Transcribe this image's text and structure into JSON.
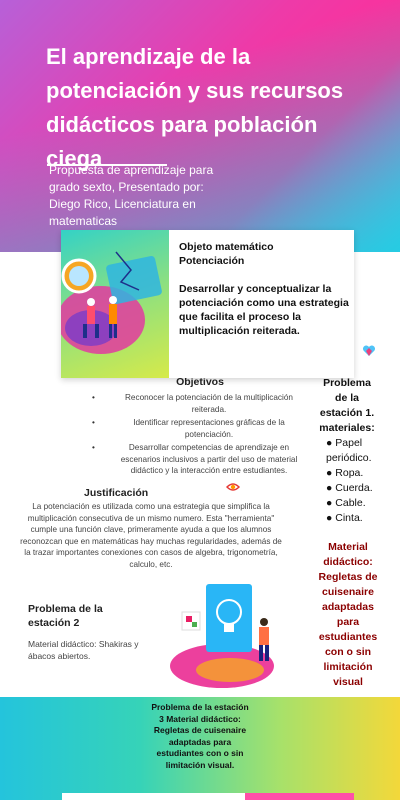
{
  "header": {
    "title": "El aprendizaje de la potenciación y sus recursos didácticos para población ciega",
    "subtitle": "Propuesta de aprendizaje para grado sexto, Presentado por: Diego Rico, Licenciatura en matematicas"
  },
  "card": {
    "line1": "Objeto matemático",
    "line2": "Potenciación",
    "body": "Desarrollar y conceptualizar la potenciación como una estrategia que facilita el proceso la multiplicación reiterada."
  },
  "objetivos": {
    "title": "Objetivos",
    "items": [
      "Reconocer la potenciación de la multiplicación reiterada.",
      "Identificar representaciones gráficas de la potenciación.",
      "Desarrollar competencias de aprendizaje en escenarios inclusivos a partir del uso de material didáctico y la interacción entre estudiantes."
    ]
  },
  "estacion1": {
    "title": "Problema de la estación 1.",
    "materiales_label": "materiales:",
    "materiales": [
      "Papel periódico.",
      "Ropa.",
      "Cuerda.",
      "Cable.",
      "Cinta."
    ],
    "material_didactico": "Material didáctico: Regletas de cuisenaire adaptadas para estudiantes con o sin limitación visual"
  },
  "justificacion": {
    "title": "Justificación",
    "text": "La potenciación es utilizada como una estrategia que simplifica la multiplicación consecutiva de un mismo numero. Esta \"herramienta\" cumple una función clave, primeramente ayuda a que los alumnos reconozcan que en matemáticas hay muchas regularidades, además de la trazar importantes conexiones con casos de algebra, trigonometría, calculo, etc."
  },
  "estacion2": {
    "title": "Problema de la estación 2",
    "text": "Material didáctico: Shakiras y ábacos abiertos."
  },
  "estacion3": {
    "text": "Problema de la estación 3 Material didáctico: Regletas de cuisenaire adaptadas para estudiantes con o sin limitación visual."
  },
  "colors": {
    "accent_pink": "#ff2e98",
    "accent_cyan": "#1ccde2",
    "dark_red": "#8b0000"
  },
  "icons": [
    "heart-icon",
    "eye-icon"
  ]
}
